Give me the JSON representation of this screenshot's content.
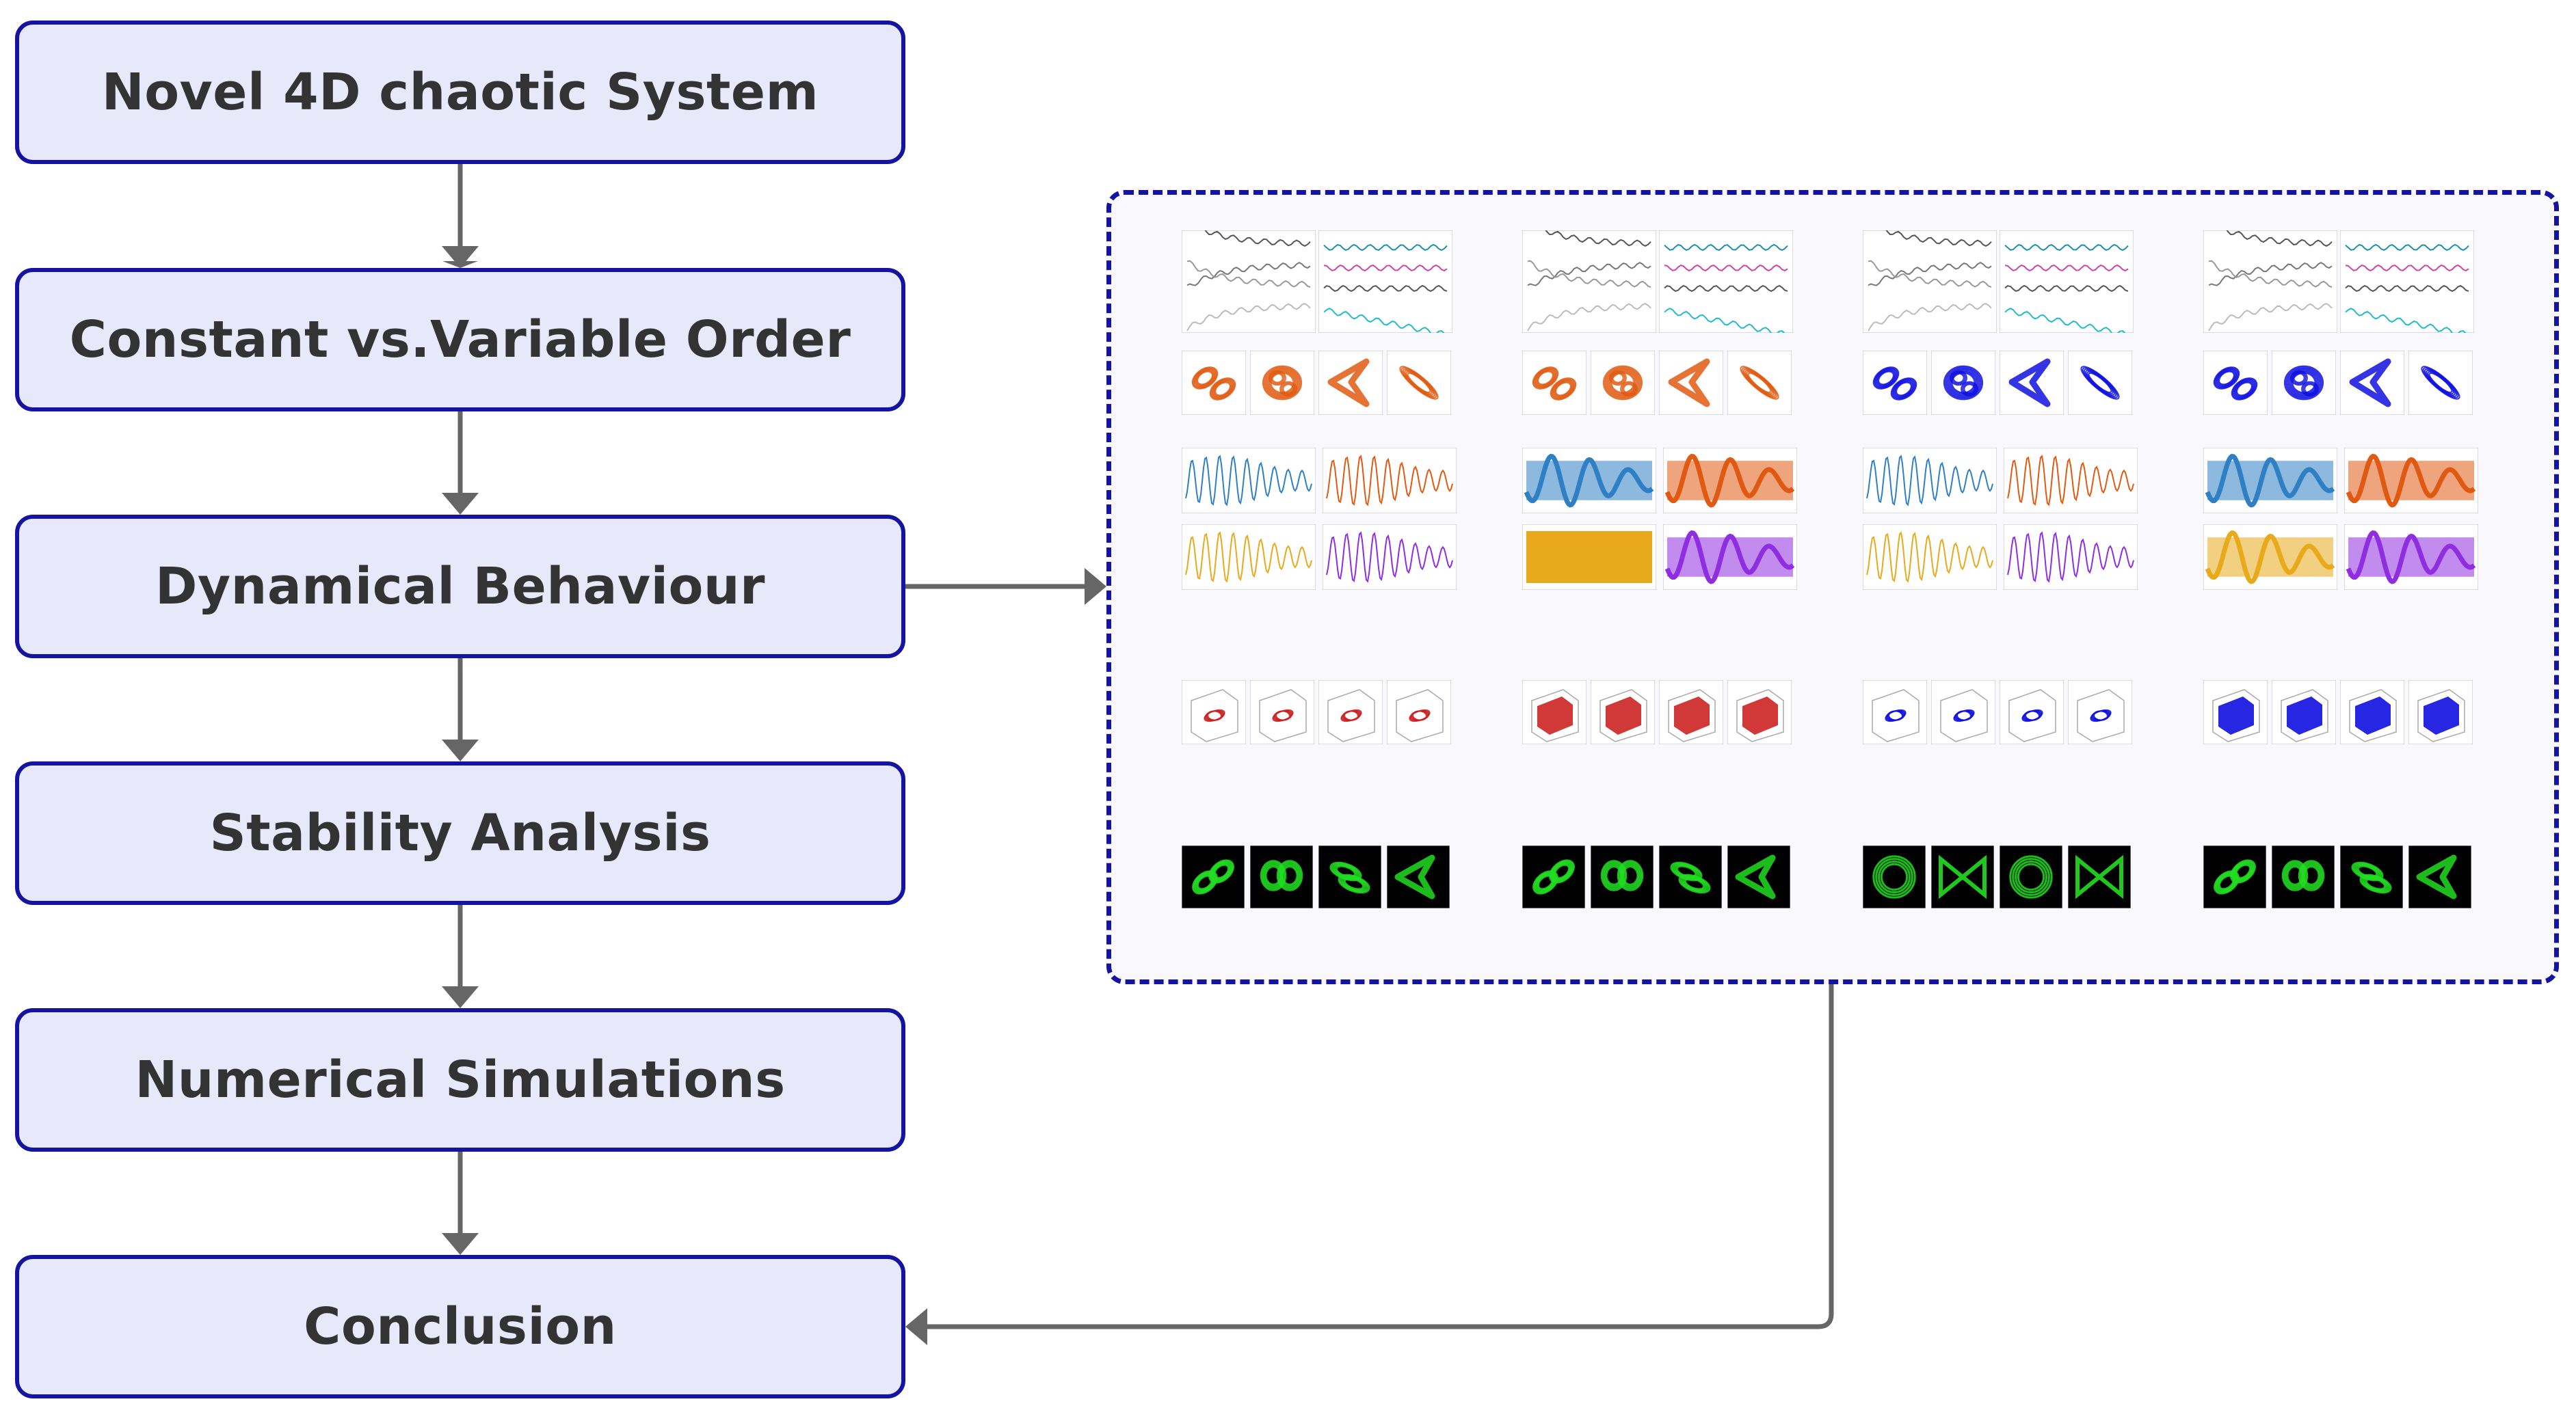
{
  "flowchart": {
    "steps": [
      "Novel 4D chaotic System",
      "Constant vs.Variable Order",
      "Dynamical Behaviour",
      "Stability Analysis",
      "Numerical Simulations",
      "Conclusion"
    ]
  },
  "colors": {
    "box_fill": "#e8e8fb",
    "box_border": "#1414a0",
    "arrow": "#666666",
    "gallery_border": "#1414a0",
    "orange": "#e05a12",
    "blue": "#1010e0",
    "steel_blue": "#2f7fc4",
    "gold": "#e8aa1c",
    "purple": "#8f2ee0",
    "red": "#cc2222",
    "green": "#22dd22"
  },
  "gallery": {
    "rows": [
      {
        "kind": "lyapunov",
        "color": "#777777"
      },
      {
        "kind": "phase_portraits",
        "color": "orange/blue"
      },
      {
        "kind": "time_series",
        "color": "blue/orange/gold/purple"
      },
      {
        "kind": "3d_attractors",
        "color": "red/blue"
      },
      {
        "kind": "circuit_scope",
        "color": "green"
      }
    ]
  }
}
